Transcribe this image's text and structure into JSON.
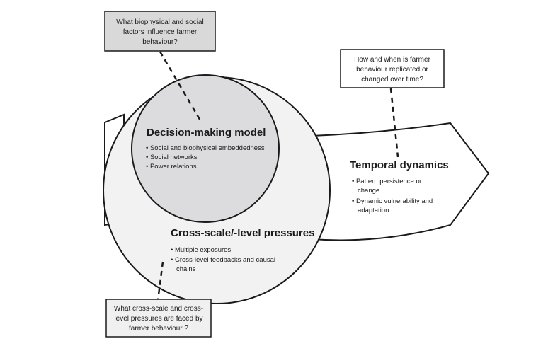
{
  "questions": {
    "top_left": [
      "What biophysical and social",
      "factors influence farmer",
      "behaviour?"
    ],
    "top_right": [
      "How and when is farmer",
      "behaviour replicated or",
      "changed over time?"
    ],
    "bottom": [
      "What cross-scale and cross-",
      "level pressures are faced by",
      "farmer behaviour ?"
    ]
  },
  "decision_model": {
    "title": "Decision-making model",
    "bullets": [
      "• Social and biophysical embeddedness",
      "• Social networks",
      "• Power relations"
    ]
  },
  "temporal": {
    "title": "Temporal dynamics",
    "bullets": [
      "• Pattern persistence or",
      "  change",
      "• Dynamic vulnerability and",
      "  adaptation"
    ]
  },
  "cross_scale": {
    "title": "Cross-scale/-level pressures",
    "bullets": [
      "• Multiple exposures",
      "• Cross-level feedbacks and causal",
      "  chains"
    ]
  },
  "colors": {
    "outer_fill": "#f2f2f2",
    "inner_fill": "#dcdcde",
    "question_box_grey": "#d9d9d9",
    "question_box_light": "#f0f0f0",
    "stroke": "#1a1a1a"
  }
}
